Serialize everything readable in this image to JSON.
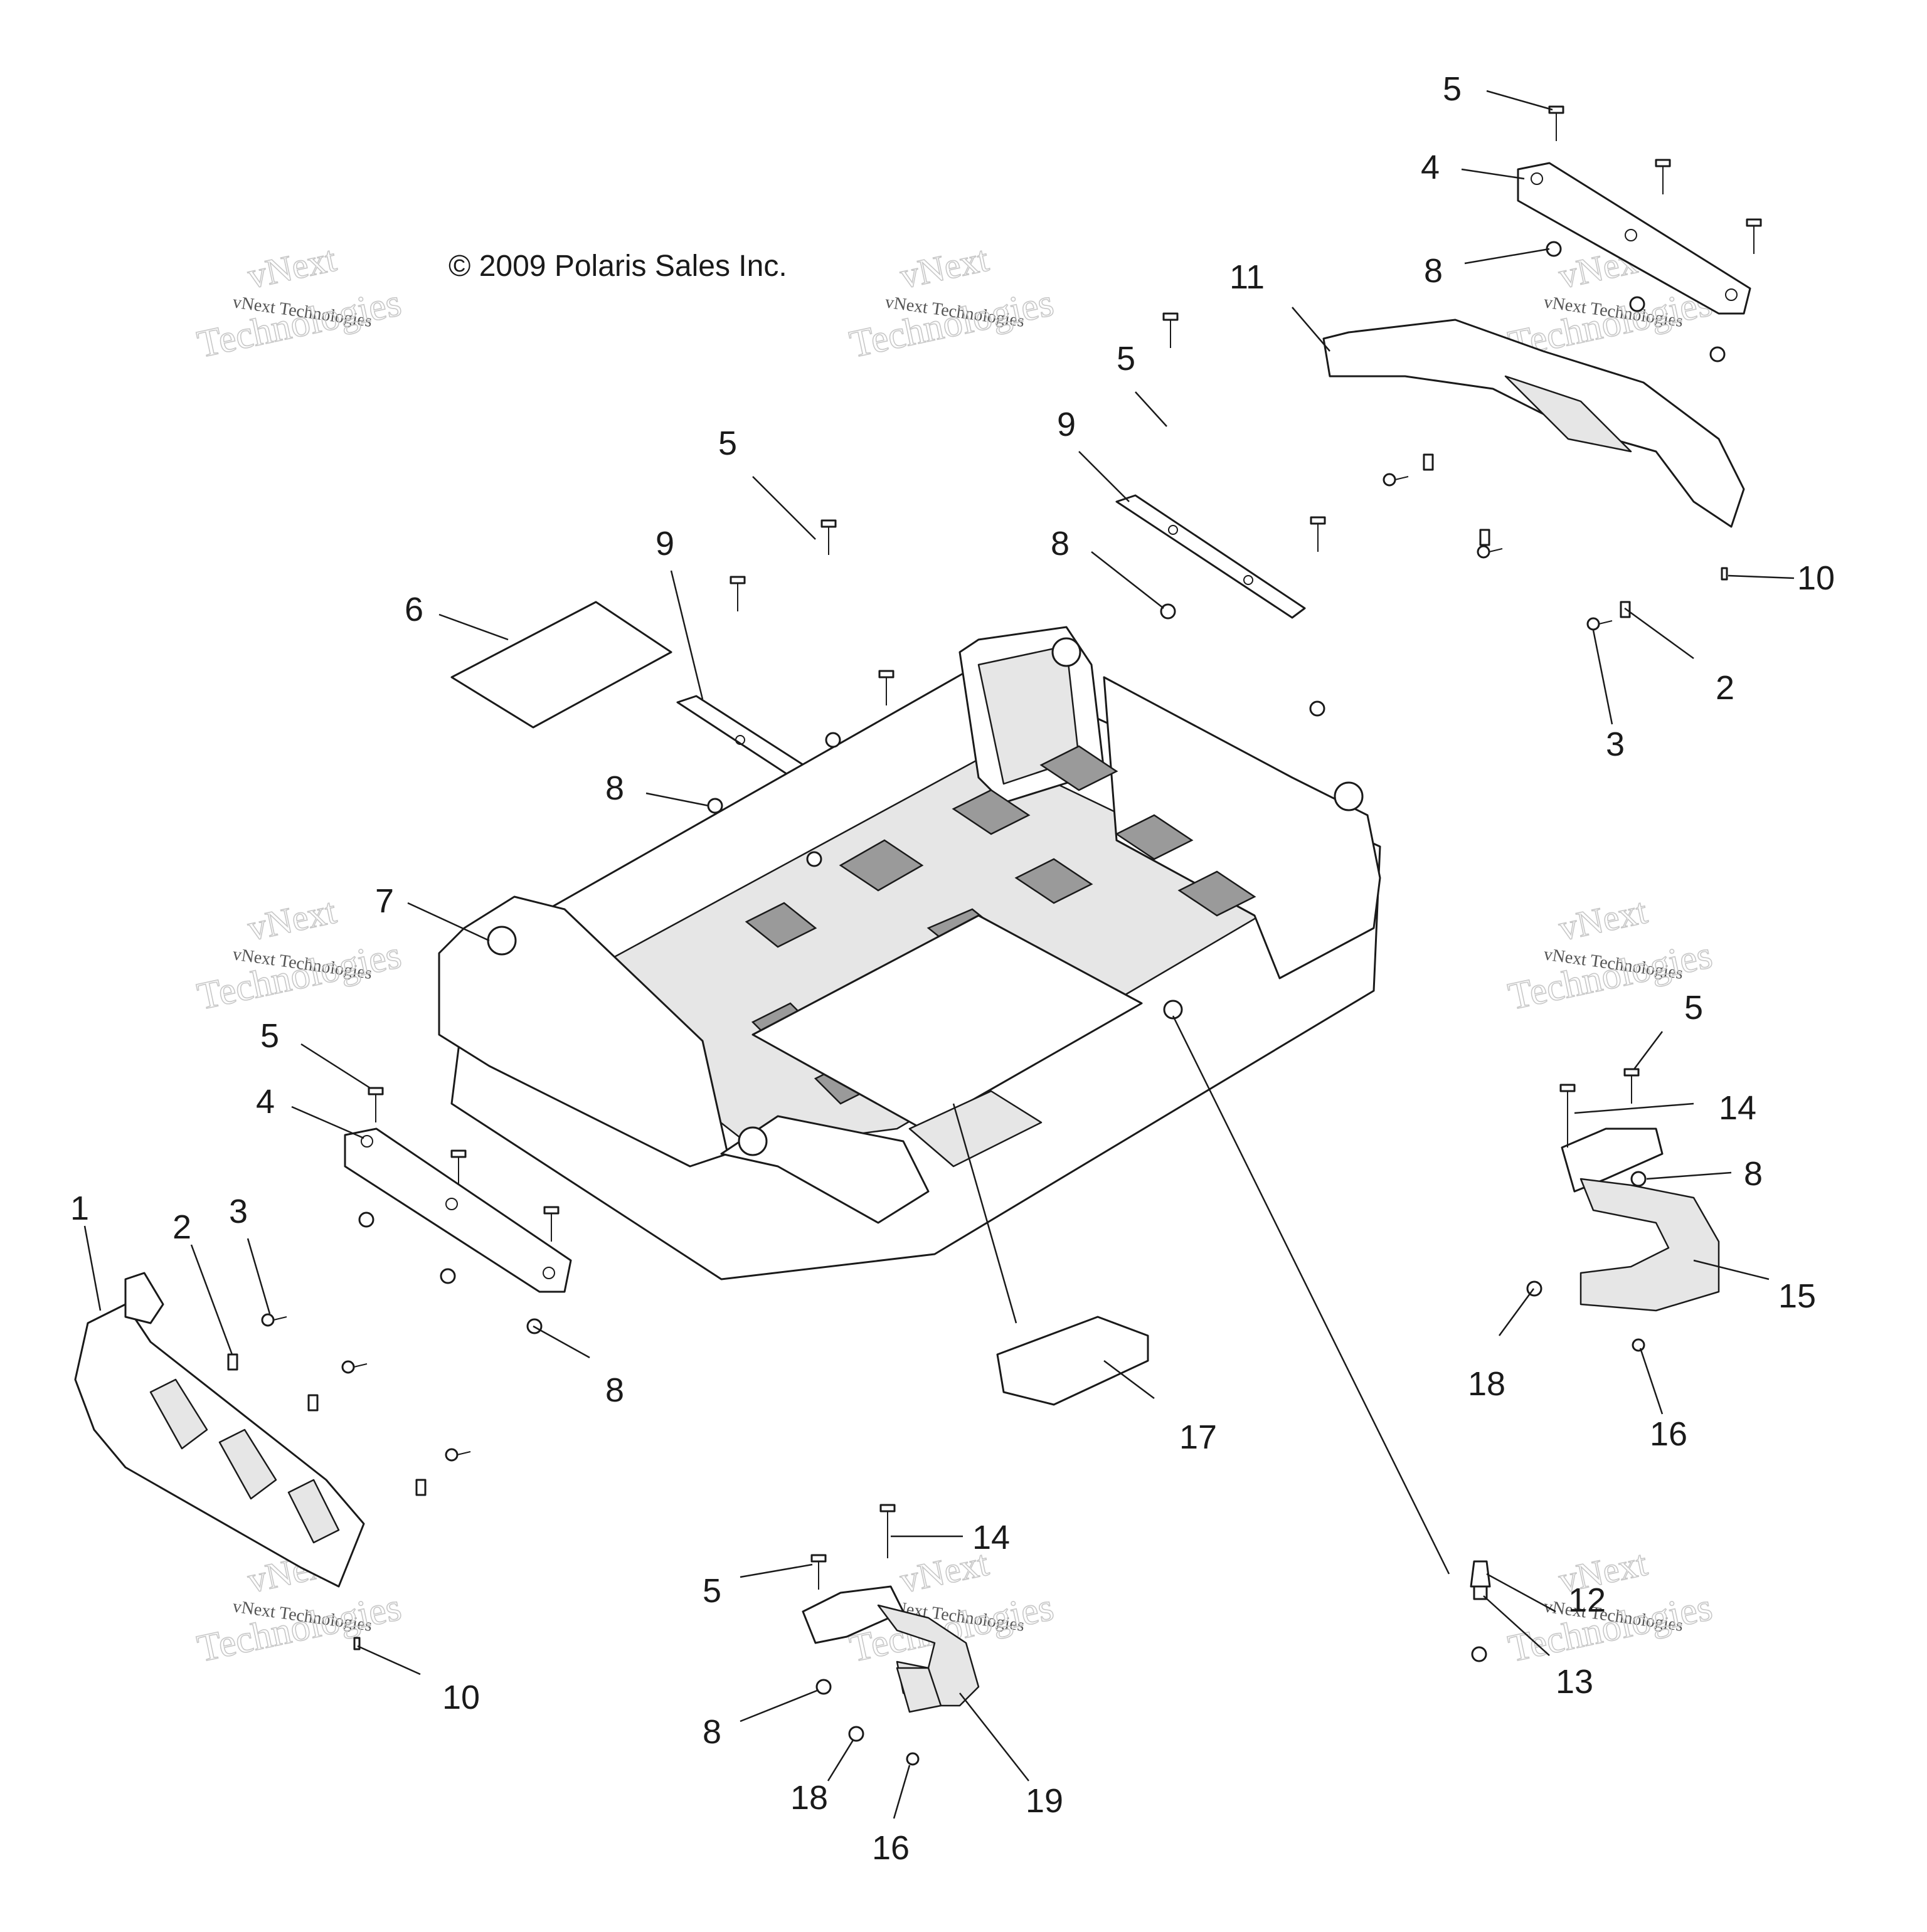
{
  "copyright": "© 2009 Polaris Sales Inc.",
  "watermark": {
    "line1": "vNext",
    "line2": "vNext Technologies",
    "line3": "Technologies"
  },
  "callouts": {
    "c1": "1",
    "c2a": "2",
    "c2b": "2",
    "c3a": "3",
    "c3b": "3",
    "c4a": "4",
    "c4b": "4",
    "c5a": "5",
    "c5b": "5",
    "c5c": "5",
    "c5d": "5",
    "c5e": "5",
    "c5f": "5",
    "c6": "6",
    "c7": "7",
    "c8a": "8",
    "c8b": "8",
    "c8c": "8",
    "c8d": "8",
    "c8e": "8",
    "c8f": "8",
    "c9a": "9",
    "c9b": "9",
    "c10a": "10",
    "c10b": "10",
    "c11": "11",
    "c12": "12",
    "c13": "13",
    "c14a": "14",
    "c14b": "14",
    "c15": "15",
    "c16a": "16",
    "c16b": "16",
    "c17": "17",
    "c18a": "18",
    "c18b": "18",
    "c19": "19"
  }
}
